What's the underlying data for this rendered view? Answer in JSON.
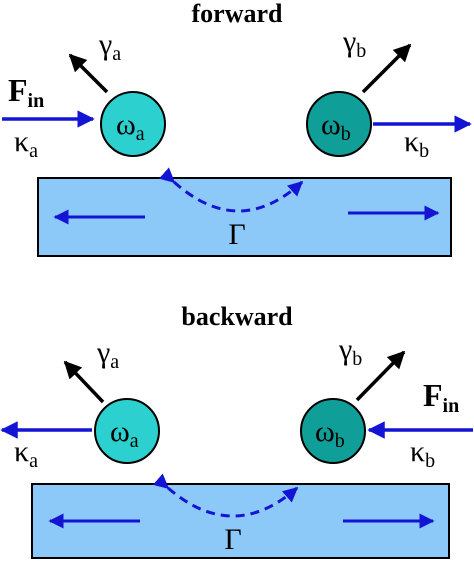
{
  "colors": {
    "resonator_a": "#2bd0cf",
    "resonator_b": "#109e99",
    "waveguide": "#8cc8f8",
    "coupling_arrow": "#1414d4",
    "loss_arrow": "#000000",
    "background": "#ffffff"
  },
  "panels": [
    {
      "title": "forward",
      "resonator_a": {
        "symbol": "ω",
        "sub": "a"
      },
      "resonator_b": {
        "symbol": "ω",
        "sub": "b"
      },
      "loss_a": {
        "symbol": "γ",
        "sub": "a"
      },
      "loss_b": {
        "symbol": "γ",
        "sub": "b"
      },
      "coupling_a": {
        "symbol": "κ",
        "sub": "a"
      },
      "coupling_b": {
        "symbol": "κ",
        "sub": "b"
      },
      "input": {
        "symbol": "F",
        "sub": "in",
        "side": "left"
      },
      "backscatter": "Γ"
    },
    {
      "title": "backward",
      "resonator_a": {
        "symbol": "ω",
        "sub": "a"
      },
      "resonator_b": {
        "symbol": "ω",
        "sub": "b"
      },
      "loss_a": {
        "symbol": "γ",
        "sub": "a"
      },
      "loss_b": {
        "symbol": "γ",
        "sub": "b"
      },
      "coupling_a": {
        "symbol": "κ",
        "sub": "a"
      },
      "coupling_b": {
        "symbol": "κ",
        "sub": "b"
      },
      "input": {
        "symbol": "F",
        "sub": "in",
        "side": "right"
      },
      "backscatter": "Γ"
    }
  ]
}
